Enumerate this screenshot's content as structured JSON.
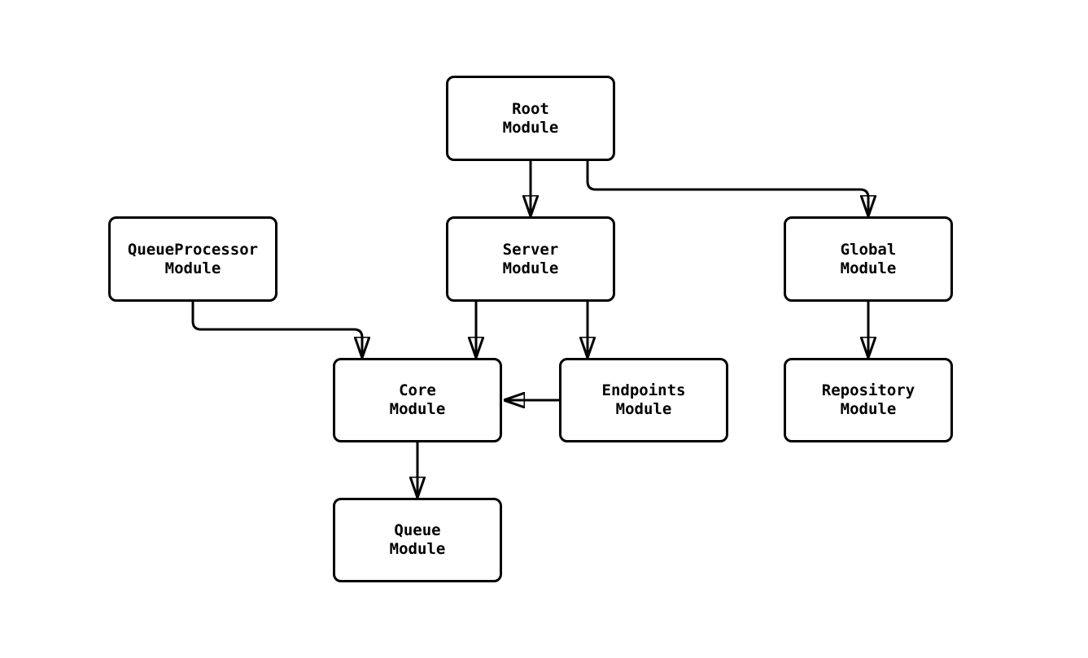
{
  "diagram": {
    "type": "module-dependency-flowchart",
    "direction": "top-down",
    "colors": {
      "background": "#ffffff",
      "node_fill": "#ffffff",
      "node_border": "#000000",
      "edge_stroke": "#000000",
      "text": "#000000"
    },
    "nodes": [
      {
        "id": "root",
        "label": "Root\nModule"
      },
      {
        "id": "queueprocessor",
        "label": "QueueProcessor\nModule"
      },
      {
        "id": "server",
        "label": "Server\nModule"
      },
      {
        "id": "global",
        "label": "Global\nModule"
      },
      {
        "id": "core",
        "label": "Core\nModule"
      },
      {
        "id": "endpoints",
        "label": "Endpoints\nModule"
      },
      {
        "id": "repository",
        "label": "Repository\nModule"
      },
      {
        "id": "queue",
        "label": "Queue\nModule"
      }
    ],
    "edges": [
      {
        "from": "root",
        "to": "server"
      },
      {
        "from": "root",
        "to": "global"
      },
      {
        "from": "queueprocessor",
        "to": "core"
      },
      {
        "from": "server",
        "to": "core"
      },
      {
        "from": "server",
        "to": "endpoints"
      },
      {
        "from": "endpoints",
        "to": "core"
      },
      {
        "from": "global",
        "to": "repository"
      },
      {
        "from": "core",
        "to": "queue"
      }
    ]
  }
}
